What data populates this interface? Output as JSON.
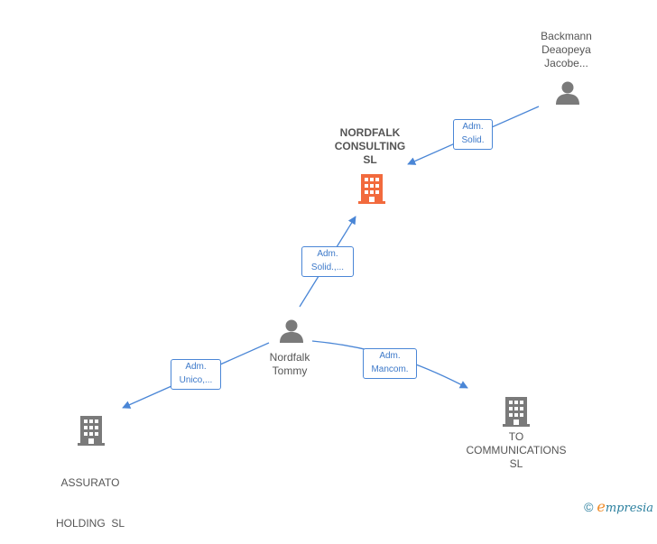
{
  "colors": {
    "edge": "#4a86d6",
    "person_icon": "#7a7a7a",
    "company_icon": "#7a7a7a",
    "focus_company_icon": "#f26a3d",
    "label": "#555555"
  },
  "nodes": {
    "backmann": {
      "lines": [
        "Backmann",
        "Deaopeya",
        "Jacobe..."
      ],
      "icon": "person-icon"
    },
    "nordfalk_consulting": {
      "lines": [
        "NORDFALK",
        "CONSULTING",
        "SL"
      ],
      "icon": "building-icon"
    },
    "nordfalk_tommy": {
      "lines": [
        "Nordfalk",
        "Tommy"
      ],
      "icon": "person-icon"
    },
    "assurato": {
      "lines": [
        "ASSURATO",
        "HOLDING  SL"
      ],
      "icon": "building-icon"
    },
    "to_communications": {
      "lines": [
        "TO",
        "COMMUNICATIONS",
        "SL"
      ],
      "icon": "building-icon"
    }
  },
  "edges": {
    "backmann_to_consulting": {
      "lines": [
        "Adm.",
        "Solid."
      ]
    },
    "tommy_to_consulting": {
      "lines": [
        "Adm.",
        "Solid.,..."
      ]
    },
    "tommy_to_assurato": {
      "lines": [
        "Adm.",
        "Unico,..."
      ]
    },
    "tommy_to_tocomm": {
      "lines": [
        "Adm.",
        "Mancom."
      ]
    }
  },
  "brand": {
    "copyright": "©",
    "initial": "e",
    "name": "mpresia"
  }
}
